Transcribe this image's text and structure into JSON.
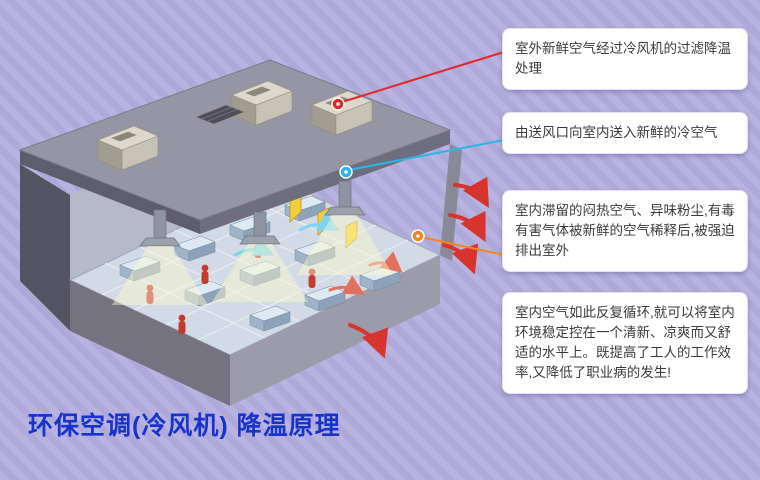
{
  "page": {
    "title": "环保空调(冷风机) 降温原理"
  },
  "callouts": [
    {
      "id": 1,
      "text": "室外新鲜空气经过冷风机的过滤降温处理",
      "marker_color": "#e02a2a"
    },
    {
      "id": 2,
      "text": "由送风口向室内送入新鲜的冷空气",
      "marker_color": "#29b6e8"
    },
    {
      "id": 3,
      "text": "室内滞留的闷热空气、异味粉尘,有毒有害气体被新鲜的空气稀释后,被强迫排出室外",
      "marker_color": "#f5861f"
    },
    {
      "id": 4,
      "text": "室内空气如此反复循环,就可以将室内环境稳定控在一个清新、凉爽而又舒适的水平上。既提高了工人的工作效率,又降低了职业病的发生!"
    }
  ],
  "colors": {
    "red": "#e02a2a",
    "cyan": "#29b6e8",
    "orange": "#f5861f",
    "title_blue": "#1633cc",
    "background": "#b8b3e0",
    "callout_bg": "#ffffff"
  },
  "icons": {
    "marker_dot": "colored circle with white center marking a point on the diagram",
    "airflow_arrow": "curved arrow showing air movement",
    "cooling_unit": "rooftop evaporative cooler box",
    "worker_figure": "red human silhouette",
    "supply_duct": "grey duct with light cone of cool air",
    "exhaust_vent": "yellow vent panel"
  }
}
